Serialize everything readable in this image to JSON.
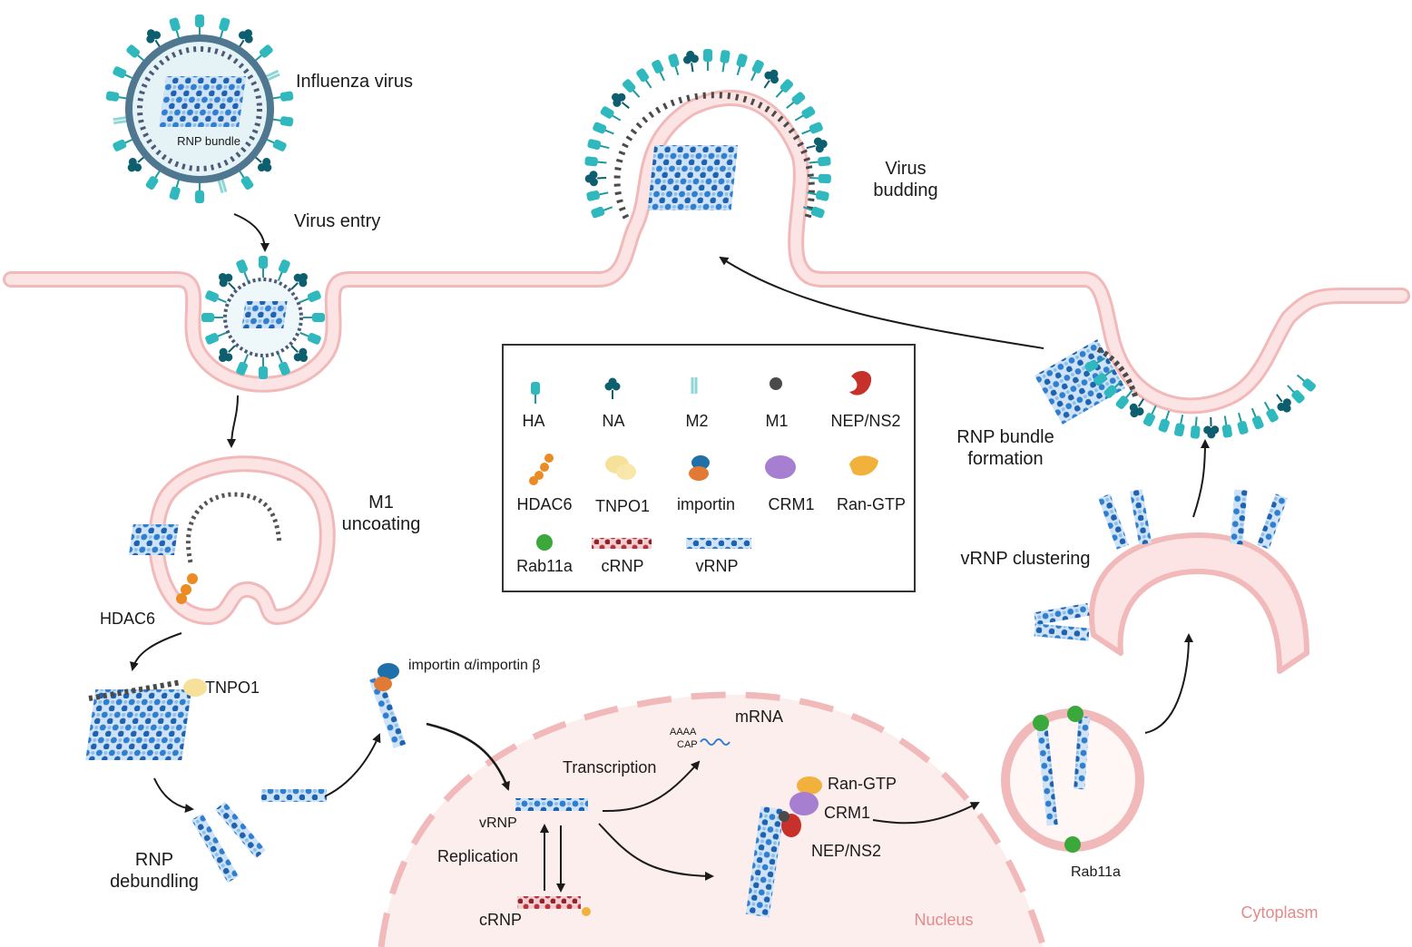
{
  "labels": {
    "influenza_virus": "Influenza virus",
    "rnp_bundle": "RNP bundle",
    "virus_entry": "Virus entry",
    "m1_uncoating_1": "M1",
    "m1_uncoating_2": "uncoating",
    "hdac6": "HDAC6",
    "tnpo1": "TNPO1",
    "rnp_debundling_1": "RNP",
    "rnp_debundling_2": "debundling",
    "importin": "importin α/importin β",
    "transcription": "Transcription",
    "mrna": "mRNA",
    "aaaa": "AAAA",
    "cap": "CAP",
    "vrnp": "vRNP",
    "replication": "Replication",
    "crnp": "cRNP",
    "nucleus": "Nucleus",
    "ran_gtp": "Ran-GTP",
    "crm1": "CRM1",
    "nep_ns2": "NEP/NS2",
    "rab11a": "Rab11a",
    "cytoplasm": "Cytoplasm",
    "vrnp_clustering": "vRNP clustering",
    "rnp_bundle_formation_1": "RNP bundle",
    "rnp_bundle_formation_2": "formation",
    "virus_budding_1": "Virus",
    "virus_budding_2": "budding"
  },
  "legend": {
    "items": [
      {
        "label": "HA",
        "icon": "ha-icon"
      },
      {
        "label": "NA",
        "icon": "na-icon"
      },
      {
        "label": "M2",
        "icon": "m2-icon"
      },
      {
        "label": "M1",
        "icon": "m1-icon"
      },
      {
        "label": "NEP/NS2",
        "icon": "nep-ns2-icon"
      },
      {
        "label": "HDAC6",
        "icon": "hdac6-icon"
      },
      {
        "label": "TNPO1",
        "icon": "tnpo1-icon"
      },
      {
        "label": "importin",
        "icon": "importin-icon"
      },
      {
        "label": "CRM1",
        "icon": "crm1-icon"
      },
      {
        "label": "Ran-GTP",
        "icon": "ran-gtp-icon"
      },
      {
        "label": "Rab11a",
        "icon": "rab11a-icon"
      },
      {
        "label": "cRNP",
        "icon": "crnp-icon"
      },
      {
        "label": "vRNP",
        "icon": "vrnp-icon"
      }
    ]
  },
  "colors": {
    "ha": "#2fb8be",
    "na": "#0d5e6e",
    "m2": "#8fd6d6",
    "m1": "#4a4a4a",
    "nep": "#c8302a",
    "hdac6": "#ec8a24",
    "tnpo1": "#f6e09a",
    "crm1": "#a77fd1",
    "ran_gtp": "#f2b13a",
    "rab11a": "#3aa83a",
    "vrnp": "#2f7ed0",
    "crnp": "#b8343a",
    "membrane": "#f1b9b9",
    "nucleus": "#fdeeee"
  }
}
